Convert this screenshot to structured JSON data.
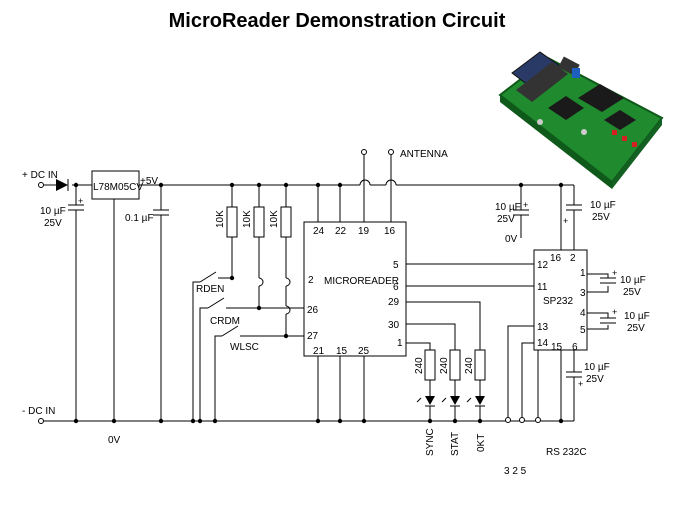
{
  "title": "MicroReader Demonstration Circuit",
  "labels": {
    "dc_in_plus": "+ DC IN",
    "dc_in_minus": "- DC IN",
    "regulator": "L78M05CV",
    "plus5v": "+5V",
    "cap_10uf_25v_a": "10 µF",
    "cap_10uf_25v_a2": "25V",
    "cap_01uf": "0.1 µF",
    "antenna": "ANTENNA",
    "r10k_1": "10K",
    "r10k_2": "10K",
    "r10k_3": "10K",
    "rden": "RDEN",
    "crdm": "CRDM",
    "wlsc": "WLSC",
    "microreader": "MICROREADER",
    "sp232": "SP232",
    "zero_v_left": "0V",
    "zero_v_top": "0V",
    "r240_1": "240",
    "r240_2": "240",
    "r240_3": "240",
    "sync": "SYNC",
    "stat": "STAT",
    "okt": "0KT",
    "rs232c": "RS 232C",
    "pins_325": "3 2 5",
    "cap_top_a": "10 µF",
    "cap_top_a2": "25V",
    "cap_top_b": "10 µF",
    "cap_top_b2": "25V",
    "cap_r1": "10 µF",
    "cap_r1b": "25V",
    "cap_r2": "10 µF",
    "cap_r2b": "25V",
    "cap_bottom": "10 µF",
    "cap_bottom2": "25V"
  },
  "mr_pins": {
    "p24": "24",
    "p22": "22",
    "p19": "19",
    "p16": "16",
    "p2": "2",
    "p26": "26",
    "p27": "27",
    "p5": "5",
    "p6": "6",
    "p29": "29",
    "p30": "30",
    "p1": "1",
    "p21": "21",
    "p15": "15",
    "p25": "25"
  },
  "sp_pins": {
    "p16": "16",
    "p2": "2",
    "p12": "12",
    "p11": "11",
    "p1": "1",
    "p3": "3",
    "p4": "4",
    "p5": "5",
    "p13": "13",
    "p14": "14",
    "p15": "15",
    "p6": "6"
  },
  "colors": {
    "pcb": "#1f8a2e",
    "pcb_dark": "#0f5a1a",
    "chip": "#1a1a1a",
    "connector": "#2a3a66"
  }
}
